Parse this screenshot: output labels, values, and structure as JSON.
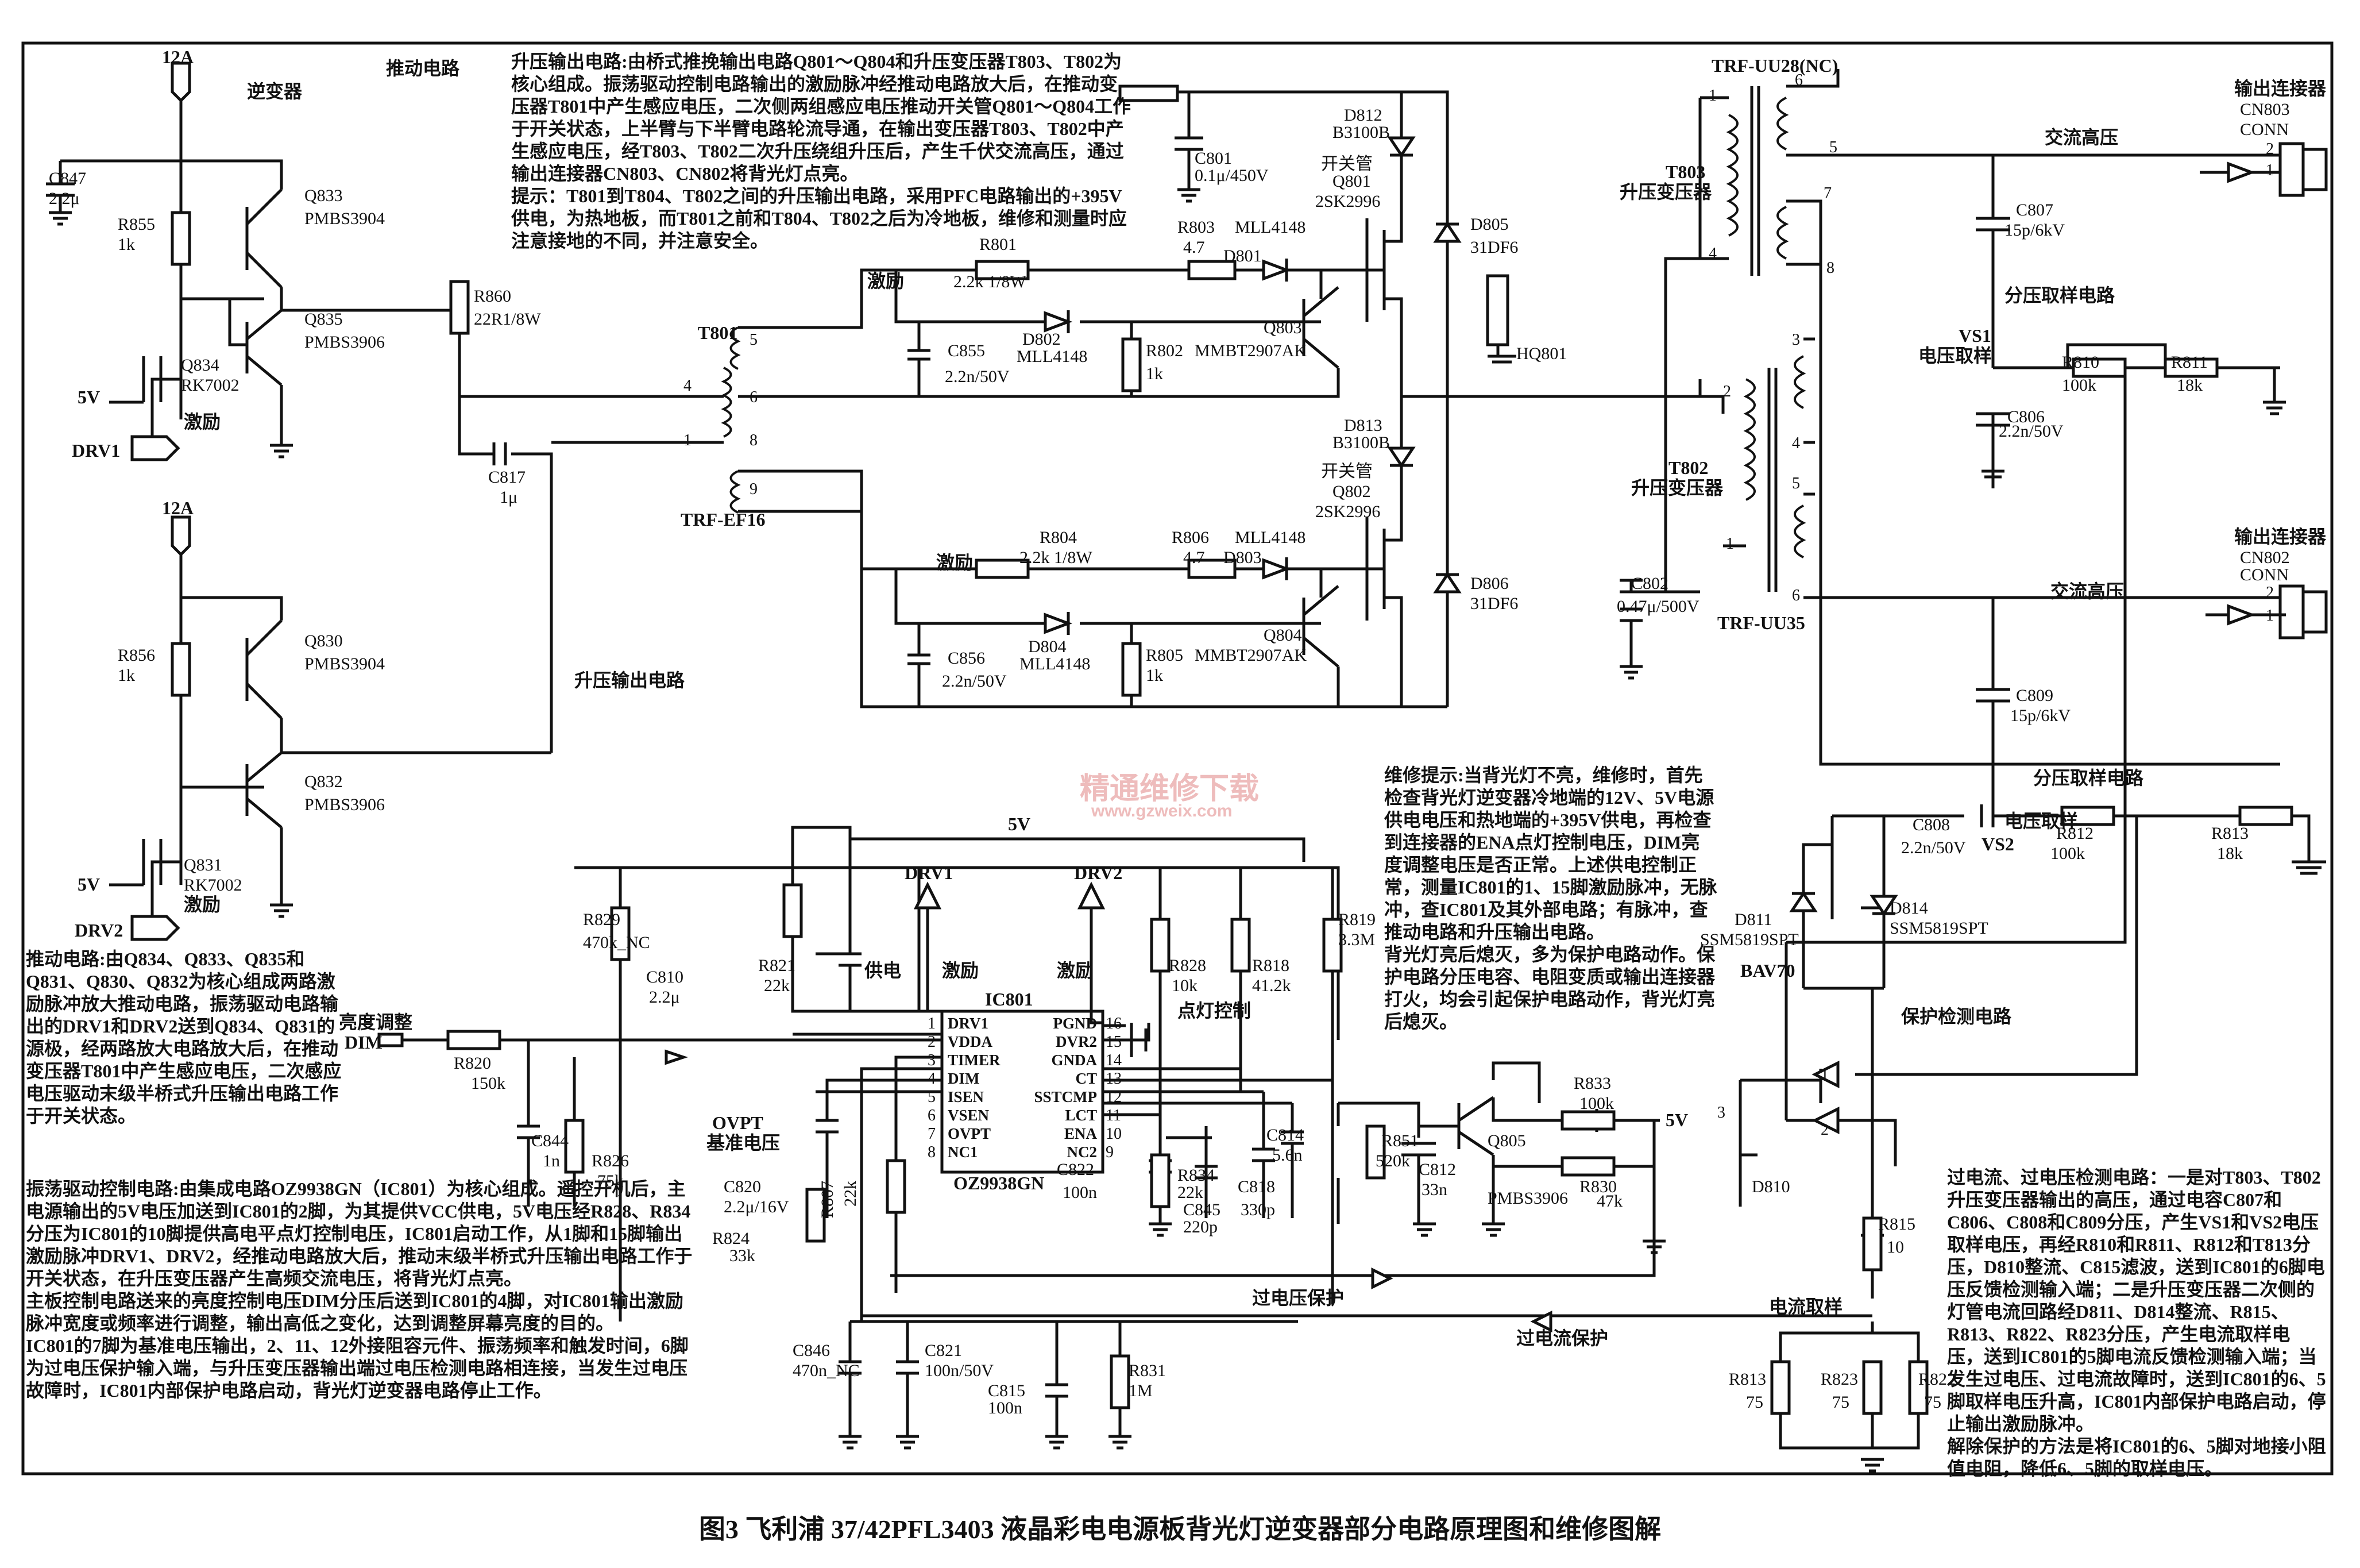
{
  "caption": "图3  飞利浦 37/42PFL3403 液晶彩电电源板背光灯逆变器部分电路原理图和维修图解",
  "watermark": {
    "main": "精通维修下载",
    "url": "www.gzweix.com"
  },
  "notes": {
    "top": "升压输出电路:由桥式推挽输出电路Q801～Q804和升压变压器T803、T802为核心组成。振荡驱动控制电路输出的激励脉冲经推动电路放大后，在推动变压器T801中产生感应电压，二次侧两组感应电压推动开关管Q801～Q804工作于开关状态，上半臂与下半臂电路轮流导通，在输出变压器T803、T802中产生感应电压，经T803、T802二次升压绕组升压后，产生千伏交流高压，通过输出连接器CN803、CN802将背光灯点亮。\n提示：T801到T804、T802之间的升压输出电路，采用PFC电路输出的+395V供电，为热地板，而T801之前和T804、T802之后为冷地板，维修和测量时应注意接地的不同，并注意安全。",
    "drive": "推动电路:由Q834、Q833、Q835和Q831、Q830、Q832为核心组成两路激励脉冲放大推动电路，振荡驱动电路输出的DRV1和DRV2送到Q834、Q831的源极，经两路放大电路放大后，在推动变压器T801中产生感应电压，二次感应电压驱动末级半桥式升压输出电路工作于开关状态。",
    "osc": "振荡驱动控制电路:由集成电路OZ9938GN（IC801）为核心组成。遥控开机后，主电源输出的5V电压加送到IC801的2脚，为其提供VCC供电，5V电压经R828、R834分压为IC801的10脚提供高电平点灯控制电压，IC801启动工作，从1脚和15脚输出激励脉冲DRV1、DRV2，经推动电路放大后，推动末级半桥式升压输出电路工作于开关状态，在升压变压器产生高频交流电压，将背光灯点亮。\n主板控制电路送来的亮度控制电压DIM分压后送到IC801的4脚，对IC801输出激励脉冲宽度或频率进行调整，输出高低之变化，达到调整屏幕亮度的目的。\nIC801的7脚为基准电压输出，2、11、12外接阻容元件、振荡频率和触发时间，6脚为过电压保护输入端，与升压变压器输出端过电压检测电路相连接，当发生过电压故障时，IC801内部保护电路启动，背光灯逆变器电路停止工作。",
    "repair": "维修提示:当背光灯不亮，维修时，首先检查背光灯逆变器冷地端的12V、5V电源供电电压和热地端的+395V供电，再检查到连接器的ENA点灯控制电压，DIM亮度调整电压是否正常。上述供电控制正常，测量IC801的1、15脚激励脉冲，无脉冲，查IC801及其外部电路；有脉冲，查推动电路和升压输出电路。\n背光灯亮后熄灭，多为保护电路动作。保护电路分压电容、电阻变质或输出连接器打火，均会引起保护电路动作，背光灯亮后熄灭。",
    "protect": "过电流、过电压检测电路：一是对T803、T802升压变压器输出的高压，通过电容C807和C806、C808和C809分压，产生VS1和VS2电压取样电压，再经R810和R811、R812和T813分压，D810整流、C815滤波，送到IC801的6脚电压反馈检测输入端；二是升压变压器二次侧的灯管电流回路经D811、D814整流、R815、R813、R822、R823分压，产生电流取样电压，送到IC801的5脚电流反馈检测输入端；当发生过电压、过电流故障时，送到IC801的6、5脚取样电压升高，IC801内部保护电路启动，停止输出激励脉冲。\n解除保护的方法是将IC801的6、5脚对地接小阻值电阻，降低6、5脚的取样电压。"
  },
  "ic": {
    "name": "IC801",
    "part": "OZ9938GN",
    "left_pins": [
      "DRV1",
      "VDDA",
      "TIMER",
      "DIM",
      "ISEN",
      "VSEN",
      "OVPT",
      "NC1"
    ],
    "right_pins": [
      "PGND",
      "DVR2",
      "GNDA",
      "CT",
      "SSTCMP",
      "LCT",
      "ENA",
      "NC2"
    ],
    "left_nums": [
      "1",
      "2",
      "3",
      "4",
      "5",
      "6",
      "7",
      "8"
    ],
    "right_nums": [
      "16",
      "15",
      "14",
      "13",
      "12",
      "11",
      "10",
      "9"
    ]
  },
  "labels": {
    "v12a_1": "12A",
    "v12a_2": "12A",
    "inverter": "逆变器",
    "drive_circuit": "推动电路",
    "boost_out": "升压输出电路",
    "v5_1": "5V",
    "v5_2": "5V",
    "v5_ic": "5V",
    "v5_q805": "5V",
    "drv1": "DRV1",
    "drv2": "DRV2",
    "exc1": "激励",
    "exc2": "激励",
    "exc3": "激励",
    "exc4": "激励",
    "exc5": "激励",
    "exc6": "激励",
    "supply": "供电",
    "light_ctl": "点灯控制",
    "dim_adj": "亮度调整",
    "dim": "DIM",
    "ovpt": "OVPT",
    "vref": "基准电压",
    "ov_protect": "过电压保护",
    "oc_protect": "过电流保护",
    "i_sample": "电流取样",
    "prot_detect": "保护检测电路",
    "ac_hv1": "交流高压",
    "ac_hv2": "交流高压",
    "div_sample1": "分压取样电路",
    "div_sample2": "分压取样电路",
    "out_conn1": "输出连接器",
    "out_conn2": "输出连接器",
    "cn803": "CN803",
    "cn802": "CN802",
    "conn1": "CONN",
    "conn2": "CONN",
    "vs1": "VS1",
    "vs1_sample": "电压取样",
    "vs2": "VS2",
    "vs2_sample": "电压取样",
    "trf_uu28": "TRF-UU28(NC)",
    "trf_uu35": "TRF-UU35",
    "trf_ef16": "TRF-EF16",
    "t803": "T803",
    "t803_name": "升压变压器",
    "t802": "T802",
    "t802_name": "升压变压器",
    "t801": "T801",
    "hq801": "HQ801",
    "bav70": "BAV70"
  },
  "components": {
    "c847": [
      "C847",
      "2.2μ"
    ],
    "r855": [
      "R855",
      "1k"
    ],
    "q833": [
      "Q833",
      "PMBS3904"
    ],
    "q835": [
      "Q835",
      "PMBS3906"
    ],
    "q834": [
      "Q834",
      "RK7002"
    ],
    "r860": [
      "R860",
      "22R1/8W"
    ],
    "r856": [
      "R856",
      "1k"
    ],
    "q830": [
      "Q830",
      "PMBS3904"
    ],
    "q832": [
      "Q832",
      "PMBS3906"
    ],
    "q831": [
      "Q831",
      "RK7002"
    ],
    "c817": [
      "C817",
      "1μ"
    ],
    "r801": [
      "R801",
      "2.2k 1/8W"
    ],
    "r803": [
      "R803",
      "4.7"
    ],
    "d801": [
      "D801",
      "MLL4148"
    ],
    "d802": [
      "D802",
      "MLL4148"
    ],
    "r802": [
      "R802",
      "1k"
    ],
    "c855": [
      "C855",
      "2.2n/50V"
    ],
    "q803": [
      "Q803",
      "MMBT2907AK"
    ],
    "r804": [
      "R804",
      "2.2k 1/8W"
    ],
    "r806": [
      "R806",
      "4.7"
    ],
    "d803": [
      "D803",
      "MLL4148"
    ],
    "d804": [
      "D804",
      "MLL4148"
    ],
    "r805": [
      "R805",
      "1k"
    ],
    "c856": [
      "C856",
      "2.2n/50V"
    ],
    "q804": [
      "Q804",
      "MMBT2907AK"
    ],
    "c801": [
      "C801",
      "0.1μ/450V"
    ],
    "d812": [
      "D812",
      "B3100B"
    ],
    "q801": [
      "Q801",
      "2SK2996"
    ],
    "q801_t": "开关管",
    "d813": [
      "D813",
      "B3100B"
    ],
    "q802": [
      "Q802",
      "2SK2996"
    ],
    "q802_t": "开关管",
    "d805": [
      "D805",
      "31DF6"
    ],
    "d806": [
      "D806",
      "31DF6"
    ],
    "c802": [
      "C802",
      "0.47μ/500V"
    ],
    "c807": [
      "C807",
      "15p/6kV"
    ],
    "c806": [
      "C806",
      "2.2n/50V"
    ],
    "r810": [
      "R810",
      "100k"
    ],
    "r811": [
      "R811",
      "18k"
    ],
    "c809": [
      "C809",
      "15p/6kV"
    ],
    "c808": [
      "C808",
      "2.2n/50V"
    ],
    "r812": [
      "R812",
      "100k"
    ],
    "r813b": [
      "R813",
      "18k"
    ],
    "d811": [
      "D811",
      "SSM5819SPT"
    ],
    "d814": [
      "D814",
      "SSM5819SPT"
    ],
    "d810": [
      "D810",
      ""
    ],
    "r815": [
      "R815",
      "10"
    ],
    "r813": [
      "R813",
      "75"
    ],
    "r823": [
      "R823",
      "75"
    ],
    "r822": [
      "R822",
      "75"
    ],
    "r829": [
      "R829",
      "470k_NC"
    ],
    "c810": [
      "C810",
      "2.2μ"
    ],
    "r821": [
      "R821",
      "22k"
    ],
    "r828": [
      "R828",
      "10k"
    ],
    "r818": [
      "R818",
      "41.2k"
    ],
    "r819": [
      "R819",
      "3.3M"
    ],
    "r820": [
      "R820",
      "150k"
    ],
    "c844": [
      "C844",
      "1n"
    ],
    "r826": [
      "R826",
      "75k"
    ],
    "c820": [
      "C820",
      "2.2μ/16V"
    ],
    "r807": [
      "R807",
      "22k"
    ],
    "r824": [
      "R824",
      "33k"
    ],
    "c822": [
      "C822",
      "100n"
    ],
    "r834": [
      "R834",
      "22k"
    ],
    "c845": [
      "C845",
      "220p"
    ],
    "c818": [
      "C818",
      "330p"
    ],
    "c814": [
      "C814",
      "5.6n"
    ],
    "r851": [
      "R851",
      "520k"
    ],
    "c812": [
      "C812",
      "33n"
    ],
    "q805": [
      "Q805",
      "PMBS3906"
    ],
    "r833": [
      "R833",
      "100k"
    ],
    "r830": [
      "R830",
      "47k"
    ],
    "c846": [
      "C846",
      "470n_NC"
    ],
    "c821": [
      "C821",
      "100n/50V"
    ],
    "c815": [
      "C815",
      "100n"
    ],
    "r831": [
      "R831",
      "1M"
    ]
  }
}
